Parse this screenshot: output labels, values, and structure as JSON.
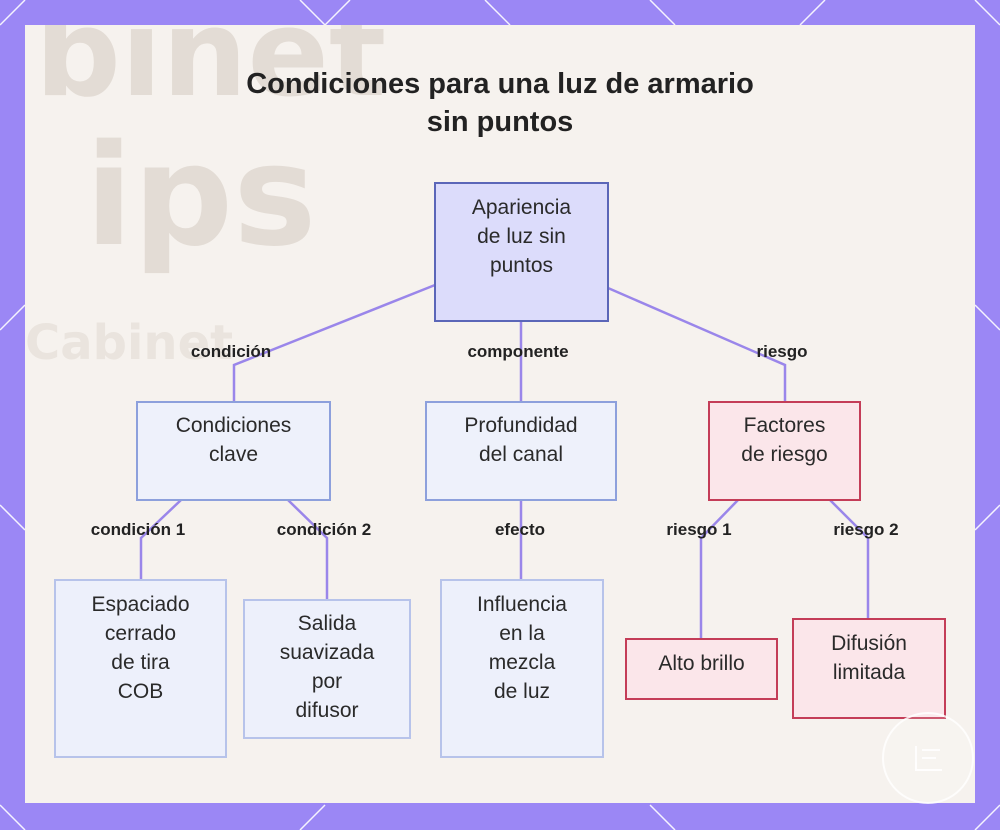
{
  "title": {
    "line1": "Condiciones para una luz de armario",
    "line2": "sin puntos"
  },
  "nodes": {
    "root": [
      "Apariencia",
      "de luz sin",
      "puntos"
    ],
    "conditions": [
      "Condiciones",
      "clave"
    ],
    "channel": [
      "Profundidad",
      "del canal"
    ],
    "risks": [
      "Factores",
      "de riesgo"
    ],
    "spacing": [
      "Espaciado",
      "cerrado",
      "de tira",
      "COB"
    ],
    "diffuser": [
      "Salida",
      "suavizada",
      "por",
      "difusor"
    ],
    "mix": [
      "Influencia",
      "en la",
      "mezcla",
      "de luz"
    ],
    "brightness": [
      "Alto brillo"
    ],
    "diffusion": [
      "Difusión",
      "limitada"
    ]
  },
  "edge_labels": {
    "condition": "condición",
    "component": "componente",
    "risk": "riesgo",
    "condition1": "condición 1",
    "condition2": "condición 2",
    "effect": "efecto",
    "risk1": "riesgo 1",
    "risk2": "riesgo 2"
  },
  "background_text": [
    "binet",
    "ips",
    "Cabinet"
  ],
  "colors": {
    "frame": "#9b87f5",
    "connector": "#9a86ea",
    "root_fill": "#dcdcfb",
    "risk_border": "#c43d58"
  }
}
